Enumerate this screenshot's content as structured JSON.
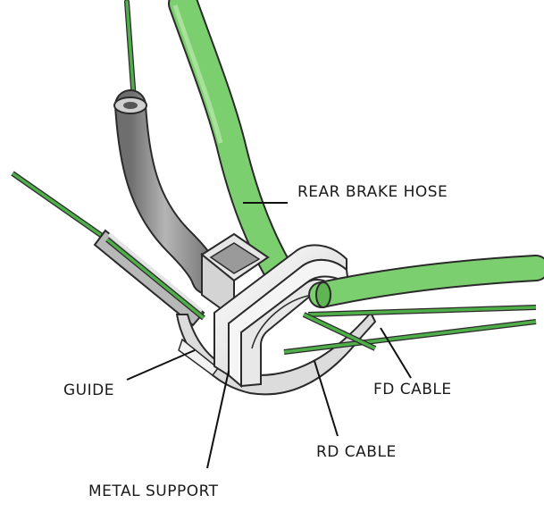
{
  "labels": {
    "rear_brake_hose": "REAR BRAKE HOSE",
    "guide": "GUIDE",
    "fd_cable": "FD CABLE",
    "rd_cable": "RD CABLE",
    "metal_support": "METAL SUPPORT"
  },
  "colors": {
    "hose_green": "#7ccf6e",
    "cable_green": "#4fae4a",
    "housing_gray": "#9a9a9a",
    "part_light": "#f2f2f2",
    "outline": "#2a2a2a"
  }
}
